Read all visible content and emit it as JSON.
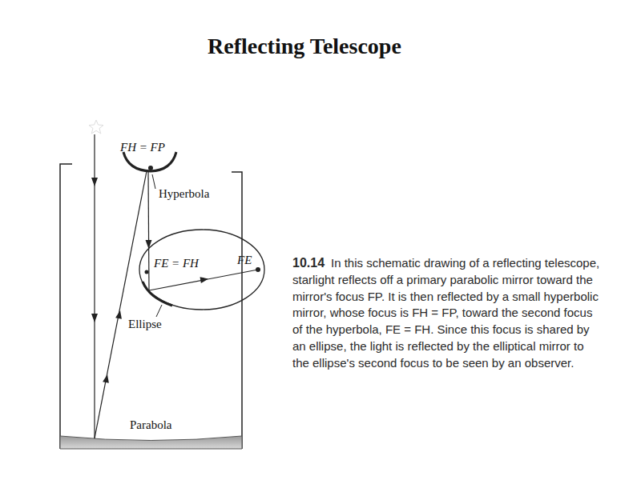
{
  "diagram": {
    "title": "Reflecting Telescope",
    "caption": "In this schematic drawing of a reflecting telescope, starlight reflects off a primary parabolic mirror toward the mirror's focus FP. It is then reflected by a small hyperbolic mirror, whose focus is FH = FP, toward the second focus of the hyperbola, FE = FH. Since this focus is shared by an ellipse, the light is reflected by the elliptical mirror to the ellipse's second focus to be seen by an observer.",
    "labels": [
      "FH = FP",
      "Hyperbola",
      "FE = FH",
      "FE",
      "Ellipse",
      "Parabola",
      "10.14"
    ]
  }
}
